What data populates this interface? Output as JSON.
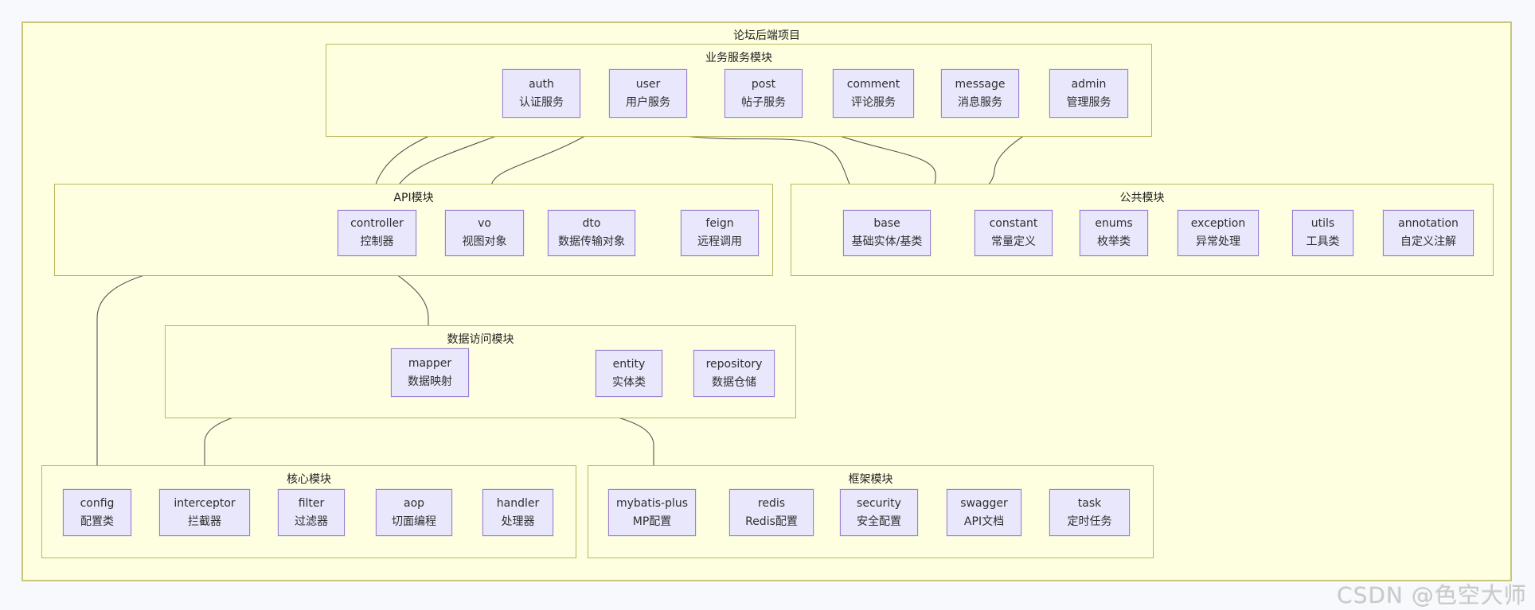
{
  "page": {
    "title": "论坛后端项目",
    "watermark": "CSDN @色空大师"
  },
  "colors": {
    "container_fill": "#feffe0",
    "container_border": "#c9c67c",
    "module_border": "#b9b75e",
    "node_fill": "#e9e7fb",
    "node_border": "#9b80d6",
    "edge": "#555555",
    "text": "#2f2f2f",
    "watermark_text": "#c9c9c9"
  },
  "modules": [
    {
      "id": "business",
      "title": "业务服务模块",
      "nodes": [
        {
          "id": "auth",
          "en": "auth",
          "zh": "认证服务"
        },
        {
          "id": "user",
          "en": "user",
          "zh": "用户服务"
        },
        {
          "id": "post",
          "en": "post",
          "zh": "帖子服务"
        },
        {
          "id": "comment",
          "en": "comment",
          "zh": "评论服务"
        },
        {
          "id": "message",
          "en": "message",
          "zh": "消息服务"
        },
        {
          "id": "admin",
          "en": "admin",
          "zh": "管理服务"
        }
      ]
    },
    {
      "id": "api",
      "title": "API模块",
      "nodes": [
        {
          "id": "controller",
          "en": "controller",
          "zh": "控制器"
        },
        {
          "id": "vo",
          "en": "vo",
          "zh": "视图对象"
        },
        {
          "id": "dto",
          "en": "dto",
          "zh": "数据传输对象"
        },
        {
          "id": "feign",
          "en": "feign",
          "zh": "远程调用"
        }
      ]
    },
    {
      "id": "common",
      "title": "公共模块",
      "nodes": [
        {
          "id": "base",
          "en": "base",
          "zh": "基础实体/基类"
        },
        {
          "id": "constant",
          "en": "constant",
          "zh": "常量定义"
        },
        {
          "id": "enums",
          "en": "enums",
          "zh": "枚举类"
        },
        {
          "id": "exception",
          "en": "exception",
          "zh": "异常处理"
        },
        {
          "id": "utils",
          "en": "utils",
          "zh": "工具类"
        },
        {
          "id": "annotation",
          "en": "annotation",
          "zh": "自定义注解"
        }
      ]
    },
    {
      "id": "dataaccess",
      "title": "数据访问模块",
      "nodes": [
        {
          "id": "mapper",
          "en": "mapper",
          "zh": "数据映射"
        },
        {
          "id": "entity",
          "en": "entity",
          "zh": "实体类"
        },
        {
          "id": "repository",
          "en": "repository",
          "zh": "数据仓储"
        }
      ]
    },
    {
      "id": "core",
      "title": "核心模块",
      "nodes": [
        {
          "id": "config",
          "en": "config",
          "zh": "配置类"
        },
        {
          "id": "interceptor",
          "en": "interceptor",
          "zh": "拦截器"
        },
        {
          "id": "filter",
          "en": "filter",
          "zh": "过滤器"
        },
        {
          "id": "aop",
          "en": "aop",
          "zh": "切面编程"
        },
        {
          "id": "handler",
          "en": "handler",
          "zh": "处理器"
        }
      ]
    },
    {
      "id": "framework",
      "title": "框架模块",
      "nodes": [
        {
          "id": "mybatis-plus",
          "en": "mybatis-plus",
          "zh": "MP配置"
        },
        {
          "id": "redis",
          "en": "redis",
          "zh": "Redis配置"
        },
        {
          "id": "security",
          "en": "security",
          "zh": "安全配置"
        },
        {
          "id": "swagger",
          "en": "swagger",
          "zh": "API文档"
        },
        {
          "id": "task",
          "en": "task",
          "zh": "定时任务"
        }
      ]
    }
  ],
  "edges": [
    {
      "from": "auth",
      "to": "controller"
    },
    {
      "from": "user",
      "to": "controller"
    },
    {
      "from": "post",
      "to": "controller"
    },
    {
      "from": "user",
      "to": "base"
    },
    {
      "from": "comment",
      "to": "base"
    },
    {
      "from": "admin",
      "to": "base"
    },
    {
      "from": "controller",
      "to": "config"
    },
    {
      "from": "controller",
      "to": "mapper"
    },
    {
      "from": "mapper",
      "to": "interceptor"
    },
    {
      "from": "mapper",
      "to": "mybatis-plus"
    }
  ]
}
